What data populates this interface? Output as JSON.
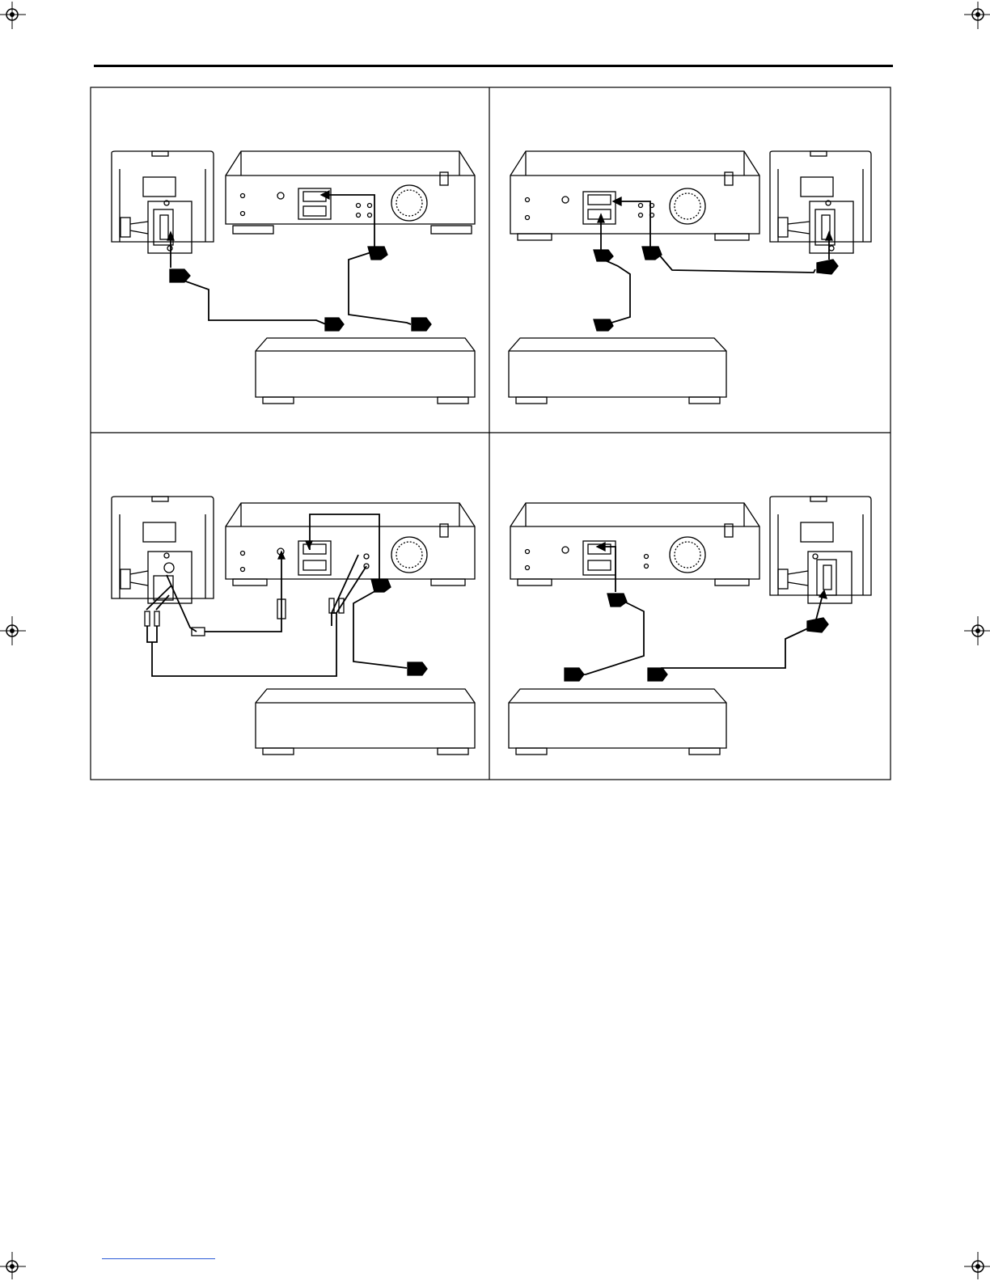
{
  "page": {
    "title": "",
    "footer_text": ""
  },
  "panels": [
    {
      "id": "top-left",
      "caption": ""
    },
    {
      "id": "top-right",
      "caption": ""
    },
    {
      "id": "bottom-left",
      "caption": ""
    },
    {
      "id": "bottom-right",
      "caption": ""
    }
  ],
  "colors": {
    "ink": "#000000",
    "paper": "#ffffff",
    "footer_rule": "#2a5ad6"
  },
  "icons": [
    "registration-mark-icon",
    "tv-rear-icon",
    "player-rear-icon",
    "vcr-box-icon",
    "scart-plug-icon",
    "rca-plug-icon",
    "svideo-plug-icon"
  ]
}
